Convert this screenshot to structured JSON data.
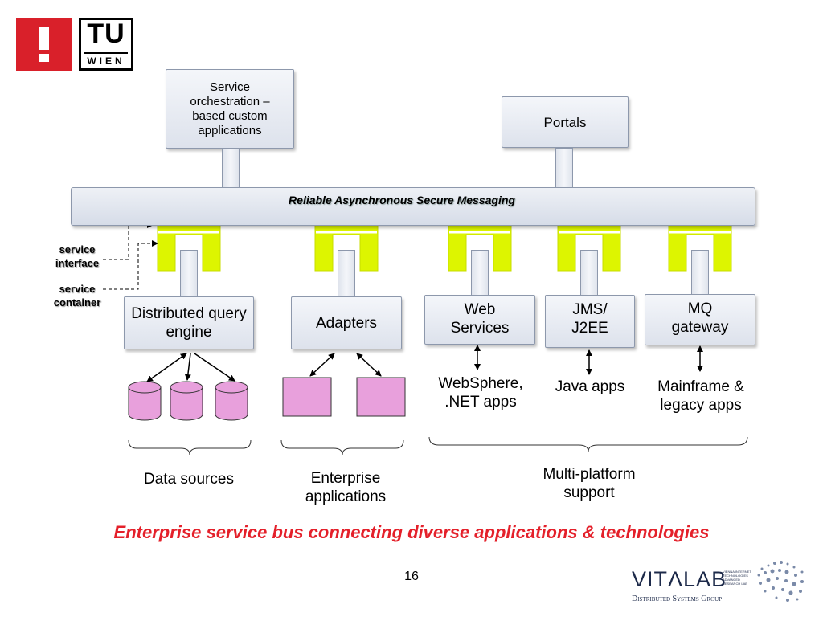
{
  "logos": {
    "tu_letters": "TU",
    "tu_sub": "WIEN",
    "vitalab": "VITΛLAB",
    "vitalab_small": [
      "VIENNA INTERNET",
      "TECHNOLOGIES",
      "ADVANCED",
      "RESEARCH LAB"
    ],
    "vitalab_group": "Distributed Systems Group"
  },
  "top_apps": {
    "orchestration": "Service orchestration – based custom applications",
    "portals": "Portals"
  },
  "bus_label": "Reliable Asynchronous Secure Messaging",
  "service_labels": {
    "interface": "service interface",
    "container": "service container"
  },
  "containers": {
    "distributed_query": "Distributed query engine",
    "adapters": "Adapters",
    "web_services": "Web Services",
    "jms": "JMS/ J2EE",
    "mq": "MQ gateway"
  },
  "endpoints": {
    "websphere": "WebSphere, .NET apps",
    "java": "Java apps",
    "mainframe": "Mainframe & legacy apps"
  },
  "groups": {
    "data_sources": "Data sources",
    "enterprise_apps": "Enterprise applications",
    "multi_platform": "Multi-platform support"
  },
  "caption": "Enterprise service bus connecting diverse applications & technologies",
  "page_number": "16",
  "colors": {
    "accent_red": "#e4202a",
    "interface_green": "#ddf500",
    "store_pink": "#e8a0dc"
  }
}
